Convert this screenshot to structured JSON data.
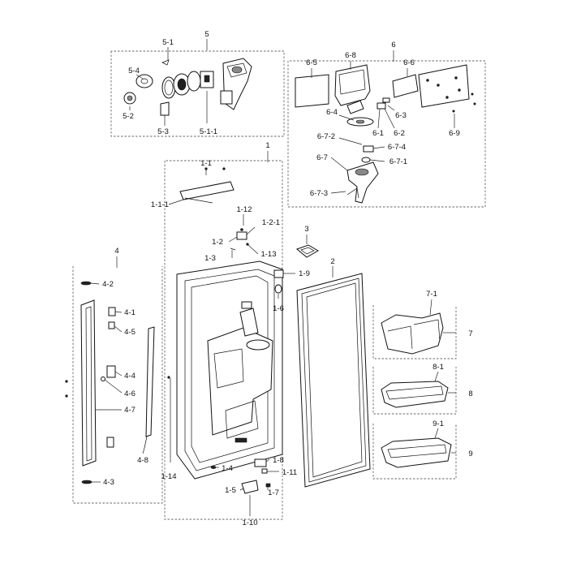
{
  "callouts": {
    "c5": "5",
    "c5_1": "5-1",
    "c5_4": "5-4",
    "c5_2": "5-2",
    "c5_3": "5-3",
    "c5_1_1": "5-1-1",
    "c6": "6",
    "c6_5": "6-5",
    "c6_8": "6-8",
    "c6_6": "6-6",
    "c6_3": "6-3",
    "c6_4": "6-4",
    "c6_1": "6-1",
    "c6_2": "6-2",
    "c6_9": "6-9",
    "c6_7_2": "6-7-2",
    "c6_7_4": "6-7-4",
    "c6_7": "6-7",
    "c6_7_1": "6-7-1",
    "c6_7_3": "6-7-3",
    "c1": "1",
    "c1_1": "1-1",
    "c1_1_1": "1-1-1",
    "c1_12": "1-12",
    "c1_2_1": "1-2-1",
    "c1_2": "1-2",
    "c1_3": "1-3",
    "c1_13": "1-13",
    "c1_9": "1-9",
    "c1_6": "1-6",
    "c3": "3",
    "c2": "2",
    "c4": "4",
    "c4_2": "4-2",
    "c4_1": "4-1",
    "c4_5": "4-5",
    "c4_4": "4-4",
    "c4_6": "4-6",
    "c4_7": "4-7",
    "c4_8": "4-8",
    "c4_3": "4-3",
    "c1_14": "1-14",
    "c1_4": "1-4",
    "c1_8": "1-8",
    "c1_11": "1-11",
    "c1_5": "1-5",
    "c1_7": "1-7",
    "c1_10": "1-10",
    "c7_1": "7-1",
    "c7": "7",
    "c8_1": "8-1",
    "c8": "8",
    "c9_1": "9-1",
    "c9": "9"
  }
}
